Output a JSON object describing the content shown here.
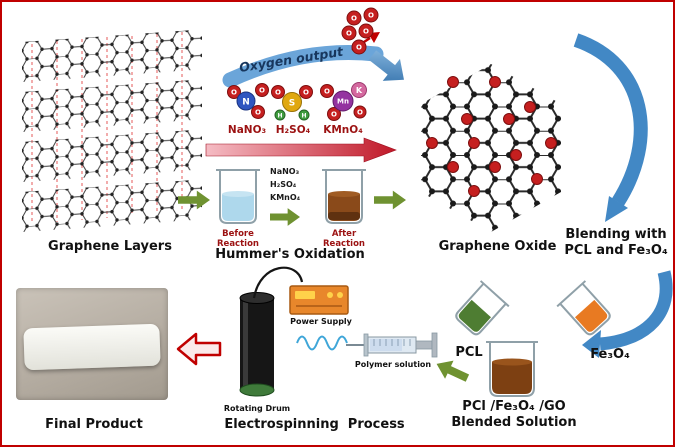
{
  "colors": {
    "border_red": "#c00000",
    "arrow_blue": "#4288c5",
    "arrow_green": "#6f9231",
    "red_arrow_light": "#f5bcc4",
    "red_arrow_dark": "#c01828",
    "oxygen_red": "#c51f1f",
    "nitrogen_blue": "#2f55c0",
    "sulfur_yellow": "#e0a810",
    "hydrogen_green": "#3f9c3f",
    "manganese_purple": "#9433a0",
    "potassium_pink": "#d4699f",
    "before_liquid": "#aed8ec",
    "after_liquid": "#8a4a1a",
    "pcl_green": "#4e7d32",
    "fe3o4_orange": "#e87a22",
    "solution_brown": "#7d4012",
    "drum_green": "#3f7a3a"
  },
  "graphene_layers": {
    "label": "Graphene Layers"
  },
  "oxidation": {
    "oxygen_output": "Oxygen output",
    "reagent_labels": [
      "NaNO₃",
      "H₂SO₄",
      "KMnO₄"
    ],
    "beaker_reagents": [
      "NaNO₃",
      "H₂SO₄",
      "KMnO₄"
    ],
    "before_label": "Before Reaction",
    "after_label": "After Reaction",
    "title": "Hummer's Oxidation"
  },
  "atoms": {
    "oxygen_cluster": [
      "O",
      "O",
      "O",
      "O",
      "O"
    ],
    "nano3": {
      "center": "N",
      "o1": "O",
      "o2": "O",
      "o3": "O"
    },
    "h2so4": {
      "center": "S",
      "o1": "O",
      "o2": "O",
      "h1": "H",
      "h2": "H"
    },
    "kmno4": {
      "center": "Mn",
      "k": "K",
      "o1": "O",
      "o2": "O",
      "o3": "O"
    }
  },
  "graphene_oxide": {
    "label": "Graphene Oxide"
  },
  "blending": {
    "line1": "Blending with",
    "line2": "PCL and Fe₃O₄"
  },
  "mixing": {
    "pcl_label": "PCL",
    "fe3o4_label": "Fe₃O₄",
    "solution_line1": "PCl /Fe₃O₄ /GO",
    "solution_line2": "Blended Solution"
  },
  "electrospinning": {
    "power_supply": "Power Supply",
    "polymer_solution": "Polymer solution",
    "rotating_drum": "Rotating Drum",
    "title": "Electrospinning  Process"
  },
  "final_product": {
    "label": "Final Product"
  }
}
